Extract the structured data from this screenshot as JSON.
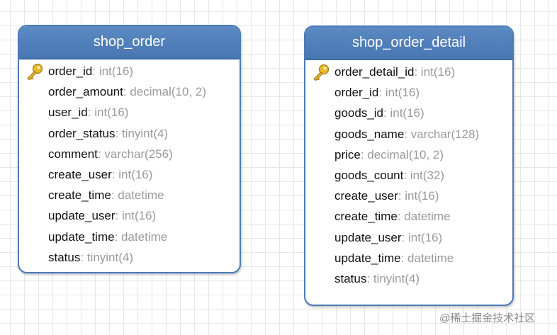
{
  "tables": [
    {
      "title": "shop_order",
      "fields": [
        {
          "name": "order_id",
          "type": "int(16)",
          "primary_key": true
        },
        {
          "name": "order_amount",
          "type": "decimal(10, 2)"
        },
        {
          "name": "user_id",
          "type": "int(16)"
        },
        {
          "name": "order_status",
          "type": "tinyint(4)"
        },
        {
          "name": "comment",
          "type": "varchar(256)"
        },
        {
          "name": "create_user",
          "type": "int(16)"
        },
        {
          "name": "create_time",
          "type": "datetime"
        },
        {
          "name": "update_user",
          "type": "int(16)"
        },
        {
          "name": "update_time",
          "type": "datetime"
        },
        {
          "name": "status",
          "type": "tinyint(4)"
        }
      ]
    },
    {
      "title": "shop_order_detail",
      "fields": [
        {
          "name": "order_detail_id",
          "type": "int(16)",
          "primary_key": true
        },
        {
          "name": "order_id",
          "type": "int(16)"
        },
        {
          "name": "goods_id",
          "type": "int(16)"
        },
        {
          "name": "goods_name",
          "type": "varchar(128)"
        },
        {
          "name": "price",
          "type": "decimal(10, 2)"
        },
        {
          "name": "goods_count",
          "type": "int(32)"
        },
        {
          "name": "create_user",
          "type": "int(16)"
        },
        {
          "name": "create_time",
          "type": "datetime"
        },
        {
          "name": "update_user",
          "type": "int(16)"
        },
        {
          "name": "update_time",
          "type": "datetime"
        },
        {
          "name": "status",
          "type": "tinyint(4)"
        }
      ]
    }
  ],
  "watermark": "@稀土掘金技术社区",
  "colors": {
    "header": "#4a7bb7",
    "border": "#4a7bb7",
    "field_type": "#9a9a9a",
    "key_icon": "#e8b828"
  },
  "icons": {
    "primary_key": "key-icon"
  }
}
